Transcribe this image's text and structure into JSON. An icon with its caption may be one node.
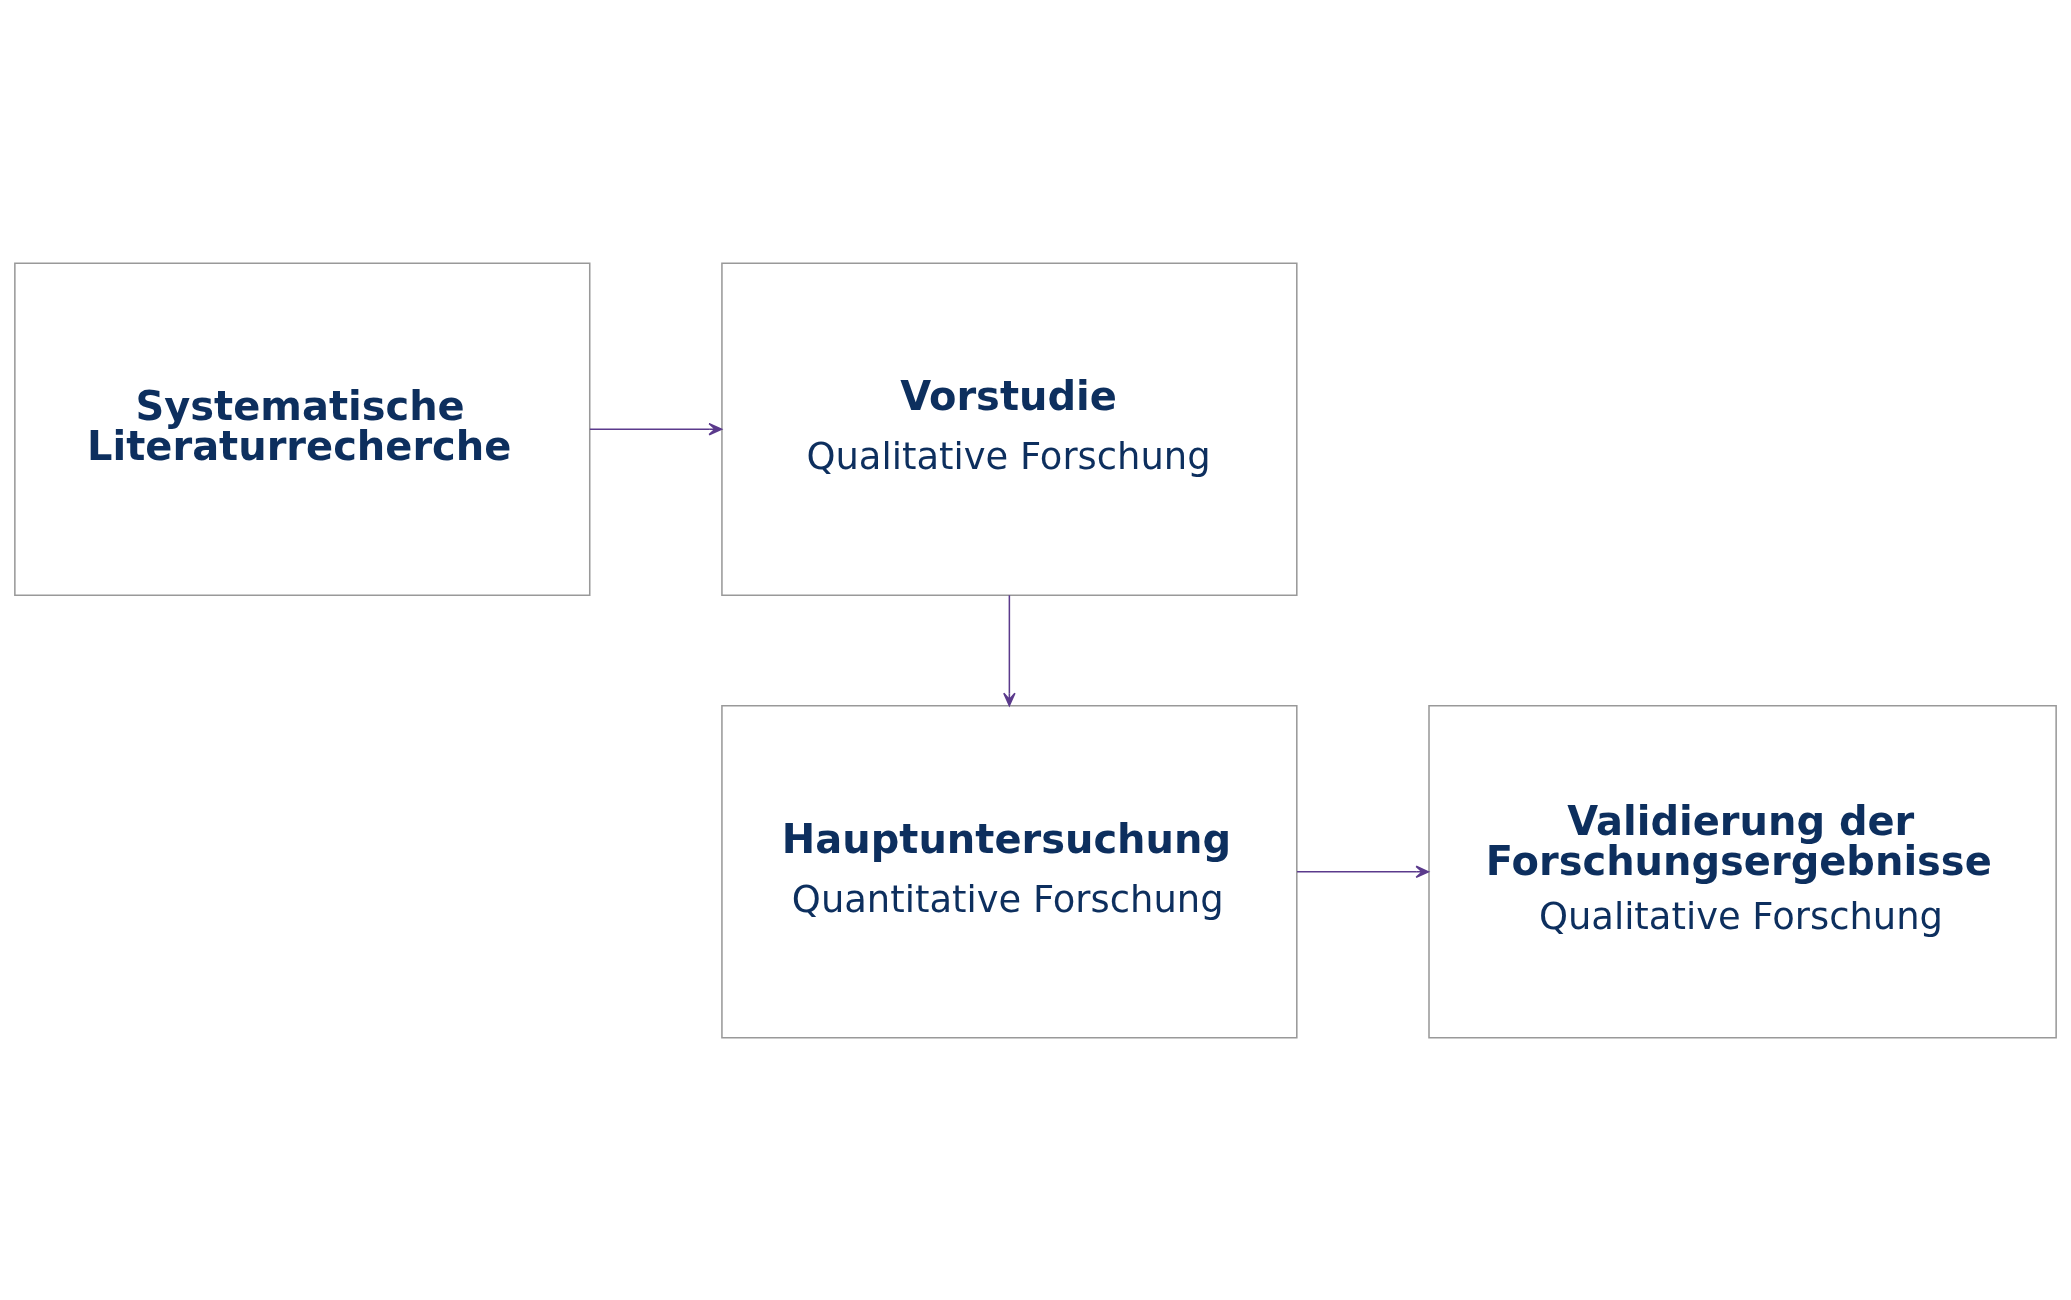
{
  "diagram": {
    "nodes": [
      {
        "text": [
          "Systematische Literaturrecherche"
        ]
      },
      {
        "text": [
          "Vorstudie",
          "Qualitative Forschung"
        ]
      },
      {
        "text": [
          "Hauptuntersuchung",
          "Quantitative Forschung"
        ]
      },
      {
        "text": [
          "Validierung der Forschungsergebnisse",
          "Qualitative Forschung"
        ]
      }
    ],
    "edges": [
      {
        "from": 0,
        "to": 1,
        "arrow": "to"
      },
      {
        "from": 1,
        "to": 2,
        "arrow": "to"
      },
      {
        "from": 2,
        "to": 3,
        "arrow": "to"
      }
    ]
  }
}
